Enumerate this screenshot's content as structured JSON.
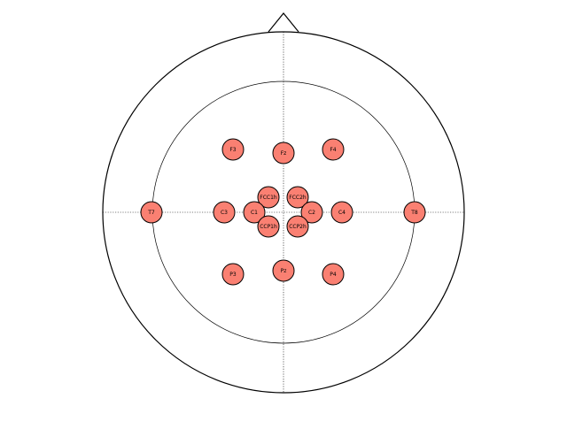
{
  "diagram": {
    "electrode_fill": "#fa8072",
    "electrode_stroke": "#000000",
    "head_stroke": "#000000",
    "electrodes": [
      {
        "label": "F3"
      },
      {
        "label": "Fz"
      },
      {
        "label": "F4"
      },
      {
        "label": "FCC1h"
      },
      {
        "label": "FCC2h"
      },
      {
        "label": "T7"
      },
      {
        "label": "C3"
      },
      {
        "label": "C1"
      },
      {
        "label": "C2"
      },
      {
        "label": "C4"
      },
      {
        "label": "T8"
      },
      {
        "label": "CCP1h"
      },
      {
        "label": "CCP2h"
      },
      {
        "label": "P3"
      },
      {
        "label": "Pz"
      },
      {
        "label": "P4"
      }
    ]
  }
}
